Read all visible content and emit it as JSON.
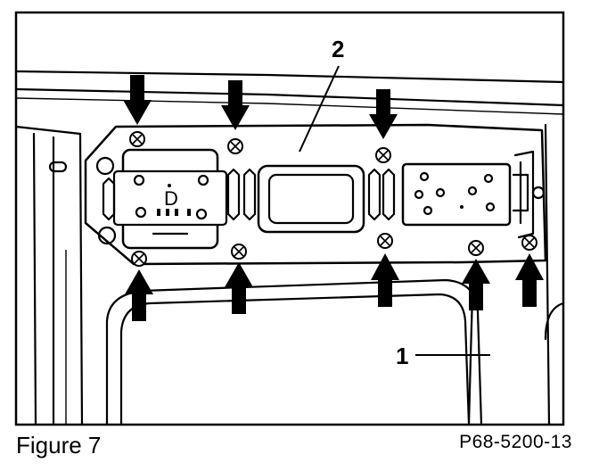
{
  "figure": {
    "caption": "Figure 7",
    "reference_code": "P68-5200-13"
  },
  "callouts": {
    "label_1": "1",
    "label_2": "2"
  },
  "plate": {
    "connector_letter": "D"
  },
  "arrows": {
    "top_count": 3,
    "bottom_count": 5
  },
  "colors": {
    "ink": "#000000",
    "paper": "#ffffff"
  }
}
